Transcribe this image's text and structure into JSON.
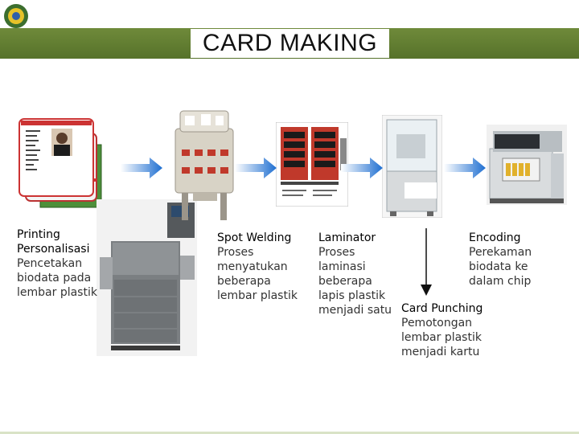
{
  "slide": {
    "title": "CARD MAKING"
  },
  "steps": [
    {
      "title": "Printing Personalisasi",
      "desc": "Pencetakan biodata pada lembar plastik"
    },
    {
      "title": "Spot Welding",
      "desc": "Proses menyatukan beberapa lembar plastik"
    },
    {
      "title": "Laminator",
      "desc": "Proses laminasi beberapa lapis plastik menjadi satu"
    },
    {
      "title": "Encoding",
      "desc": "Perekaman biodata ke dalam chip"
    },
    {
      "title": "Card Punching",
      "desc": "Pemotongan lembar plastik menjadi kartu"
    }
  ],
  "colors": {
    "band": "#56722a",
    "arrow": "#1f6fd1"
  }
}
